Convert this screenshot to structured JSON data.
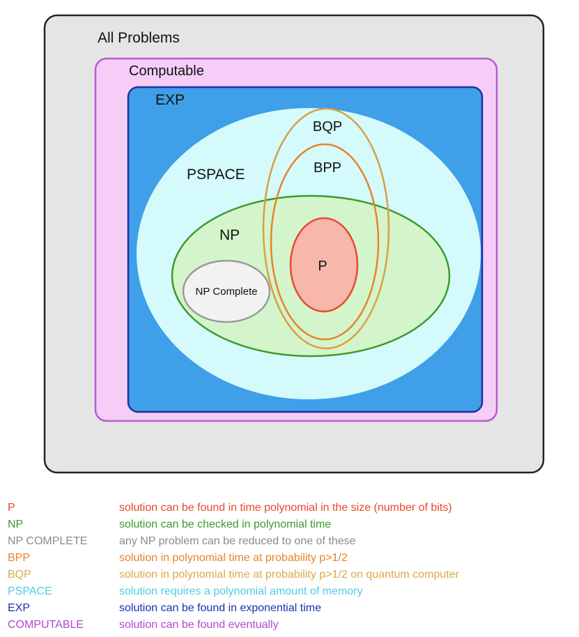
{
  "regions": {
    "all_problems": "All Problems",
    "computable": "Computable",
    "exp": "EXP",
    "pspace": "PSPACE",
    "np": "NP",
    "np_complete": "NP Complete",
    "bqp": "BQP",
    "bpp": "BPP",
    "p": "P"
  },
  "colors": {
    "all_fill": "#e5e5e5",
    "all_stroke": "#222222",
    "computable_fill": "#f5cdf7",
    "computable_stroke": "#b85ad6",
    "exp_fill": "#3f9fe8",
    "exp_stroke": "#1f2ea6",
    "pspace_fill": "#d4fafc",
    "np_fill": "#d4f5cc",
    "np_stroke": "#3c9a2a",
    "npc_fill": "#f2f2f2",
    "npc_stroke": "#9a9a9a",
    "bqp_stroke": "#d9a040",
    "bpp_stroke": "#e8822a",
    "p_fill": "#f7b7ab",
    "p_stroke": "#e84a2a"
  },
  "legend": [
    {
      "term": "P",
      "desc": "solution can be found in time polynomial in the size (number of bits)",
      "color": "#e8472a"
    },
    {
      "term": "NP",
      "desc": "solution can be checked in polynomial time",
      "color": "#3a9a2a"
    },
    {
      "term": "NP COMPLETE",
      "desc": "any NP problem can be reduced to one of these",
      "color": "#8a8a8a"
    },
    {
      "term": "BPP",
      "desc": "solution in polynomial time at probability p>1/2",
      "color": "#e8822a"
    },
    {
      "term": "BQP",
      "desc": "solution in polynomial time at probability p>1/2 on quantum computer",
      "color": "#dca848"
    },
    {
      "term": "PSPACE",
      "desc": "solution requires a polynomial amount of memory",
      "color": "#4dcde0"
    },
    {
      "term": "EXP",
      "desc": "solution can be found in exponential time",
      "color": "#1d2fb0"
    },
    {
      "term": "COMPUTABLE",
      "desc": "solution can be found eventually",
      "color": "#b048d0"
    }
  ]
}
